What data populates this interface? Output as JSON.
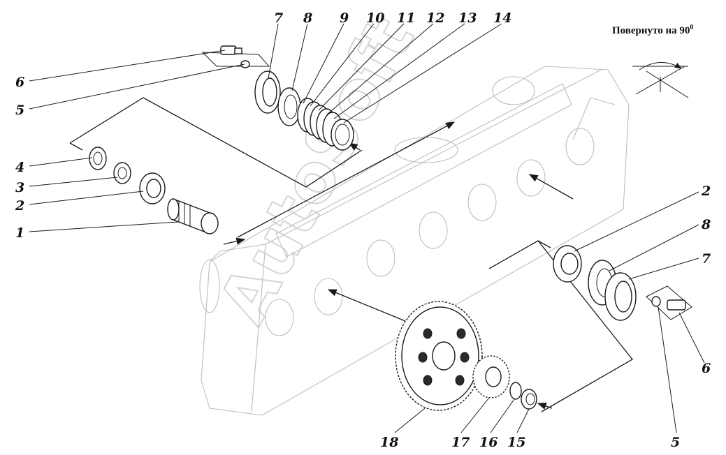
{
  "note": {
    "text": "Повернуто на 90",
    "sup": "0"
  },
  "watermark": "AutoSoft",
  "callouts": [
    "1",
    "2",
    "3",
    "4",
    "5",
    "6",
    "7",
    "8",
    "9",
    "10",
    "11",
    "12",
    "13",
    "14",
    "2",
    "8",
    "7",
    "6",
    "5",
    "15",
    "16",
    "17",
    "18"
  ]
}
